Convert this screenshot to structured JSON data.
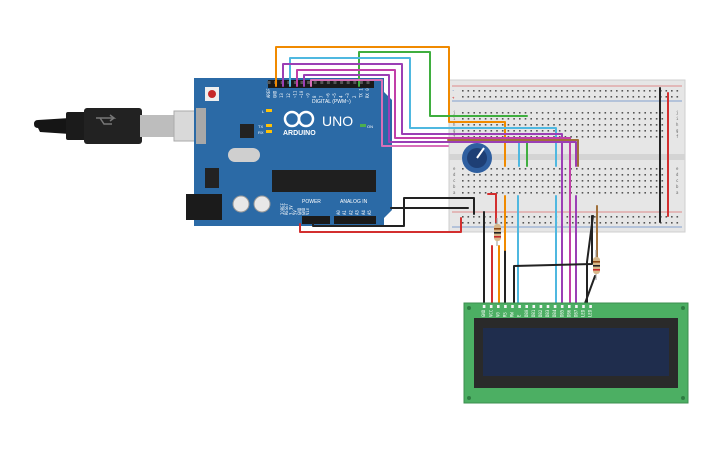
{
  "board": {
    "brand": "ARDUINO",
    "model": "UNO",
    "digital_header": "DIGITAL (PWM~)",
    "power_header": "POWER",
    "analog_header": "ANALOG IN",
    "led_on": "ON",
    "led_l": "L",
    "led_tx": "TX",
    "led_rx": "RX",
    "digital_pins": [
      "AREF",
      "GND",
      "13",
      "12",
      "~11",
      "~10",
      "~9",
      "8",
      "7",
      "~6",
      "~5",
      "4",
      "~3",
      "2",
      "TX 1",
      "RX 0"
    ],
    "power_pins": [
      "IOREF",
      "RESET",
      "3.3V",
      "5V",
      "GND",
      "GND",
      "Vin"
    ],
    "analog_pins": [
      "A0",
      "A1",
      "A2",
      "A3",
      "A4",
      "A5"
    ]
  },
  "lcd": {
    "pins": [
      "GND",
      "VCC",
      "V0",
      "RS",
      "RW",
      "E",
      "DB0",
      "DB1",
      "DB2",
      "DB3",
      "DB4",
      "DB5",
      "DB6",
      "DB7",
      "LED",
      "LED"
    ]
  },
  "breadboard": {
    "rail_plus": "+",
    "rail_minus": "-",
    "row_letters_top": [
      "j",
      "i",
      "h",
      "g",
      "f"
    ],
    "row_letters_bottom": [
      "e",
      "d",
      "c",
      "b",
      "a"
    ]
  },
  "colors": {
    "board": "#2b6aa6",
    "lcd_pcb": "#4caf63",
    "lcd_screen": "#1f2d4d",
    "breadboard": "#e6e6e6",
    "wire_red": "#d32f2f",
    "wire_black": "#222222",
    "wire_orange": "#f08a00",
    "wire_green": "#3fae3f",
    "wire_cyan": "#4fb8e0",
    "wire_purple": "#9b3fb5",
    "wire_magenta": "#c23fa8",
    "wire_brown": "#a0703a",
    "wire_pink": "#d86fb8"
  },
  "icons": [
    "usb-cable-icon",
    "potentiometer-icon",
    "resistor-icon",
    "arduino-logo-icon"
  ]
}
